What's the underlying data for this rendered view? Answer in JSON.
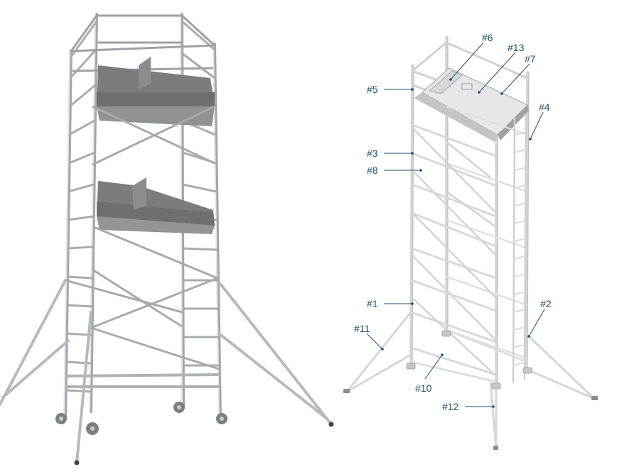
{
  "figure": {
    "left_panel": "photo-aluminum-mobile-scaffold-tower",
    "right_panel": "labeled-scaffold-diagram"
  },
  "colors": {
    "callout": "#1f4e6b",
    "frame_light": "#d9dadc",
    "frame_dark": "#8c8e91",
    "platform_gray": "#7f8184",
    "platform_light": "#b3b4b6",
    "background": "#ffffff"
  },
  "callouts": [
    {
      "id": "c6",
      "label": "#6"
    },
    {
      "id": "c13",
      "label": "#13"
    },
    {
      "id": "c7",
      "label": "#7"
    },
    {
      "id": "c5",
      "label": "#5"
    },
    {
      "id": "c4",
      "label": "#4"
    },
    {
      "id": "c3",
      "label": "#3"
    },
    {
      "id": "c8",
      "label": "#8"
    },
    {
      "id": "c1",
      "label": "#1"
    },
    {
      "id": "c2",
      "label": "#2"
    },
    {
      "id": "c11",
      "label": "#11"
    },
    {
      "id": "c10",
      "label": "#10"
    },
    {
      "id": "c12",
      "label": "#12"
    }
  ]
}
